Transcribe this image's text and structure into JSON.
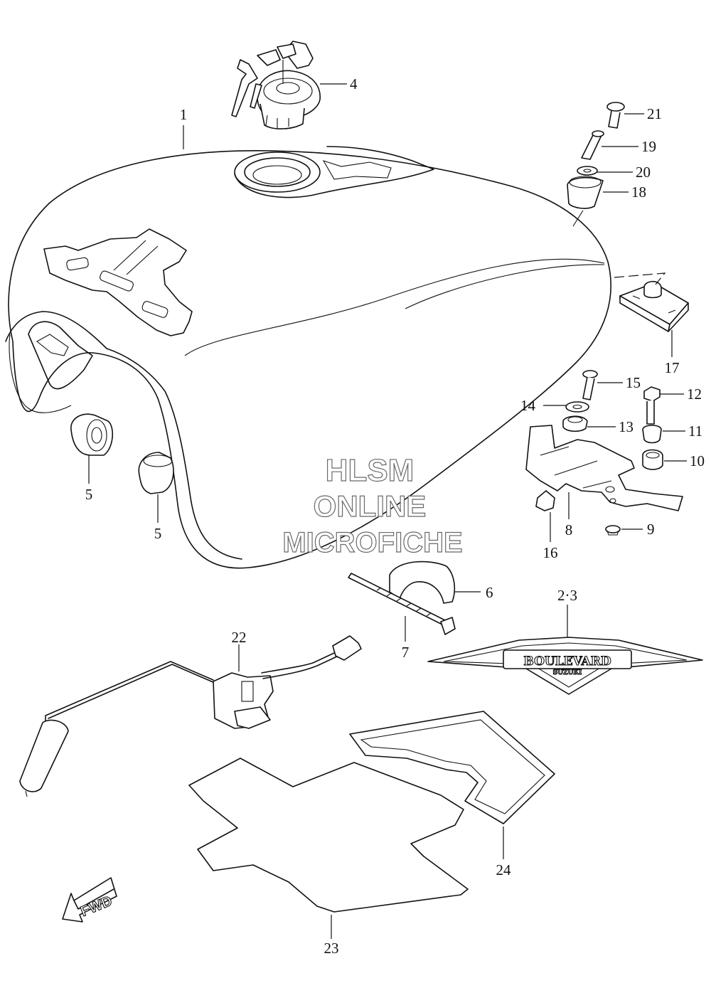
{
  "diagram": {
    "callouts": {
      "c1": "1",
      "c23": "2·3",
      "c4": "4",
      "c5a": "5",
      "c5b": "5",
      "c6": "6",
      "c7": "7",
      "c8": "8",
      "c9": "9",
      "c10": "10",
      "c11": "11",
      "c12": "12",
      "c13": "13",
      "c14": "14",
      "c15": "15",
      "c16": "16",
      "c17": "17",
      "c18": "18",
      "c19": "19",
      "c20": "20",
      "c21": "21",
      "c22": "22",
      "c23b": "23",
      "c24": "24"
    },
    "emblem_text": "BOULEVARD",
    "emblem_subtext": "SUZUKI",
    "fwd_label": "FWD"
  },
  "watermark": {
    "line1": "HLSM",
    "line2": "ONLINE",
    "line3": "MICROFICHE"
  }
}
